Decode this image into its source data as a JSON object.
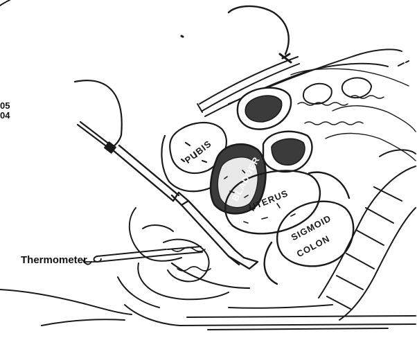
{
  "labels": {
    "thermometer": "Thermometer",
    "pubis": "PUBIS",
    "bladder": "BLADDER",
    "uterus": "UTERUS",
    "sigmoid": "SIGMOID",
    "colon": "COLON"
  },
  "margin_refs": [
    "05",
    "04"
  ]
}
